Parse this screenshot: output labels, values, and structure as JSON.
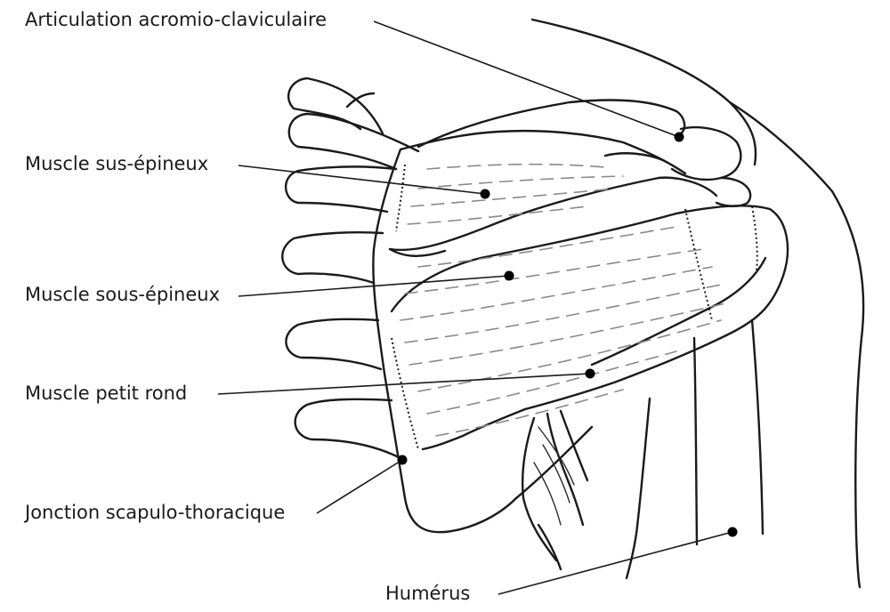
{
  "labels": {
    "acromio": "Articulation acromio-claviculaire",
    "sus_epineux": "Muscle sus-épineux",
    "sous_epineux": "Muscle sous-épineux",
    "petit_rond": "Muscle petit rond",
    "scapulo": "Jonction scapulo-thoracique",
    "humerus": "Humérus"
  }
}
